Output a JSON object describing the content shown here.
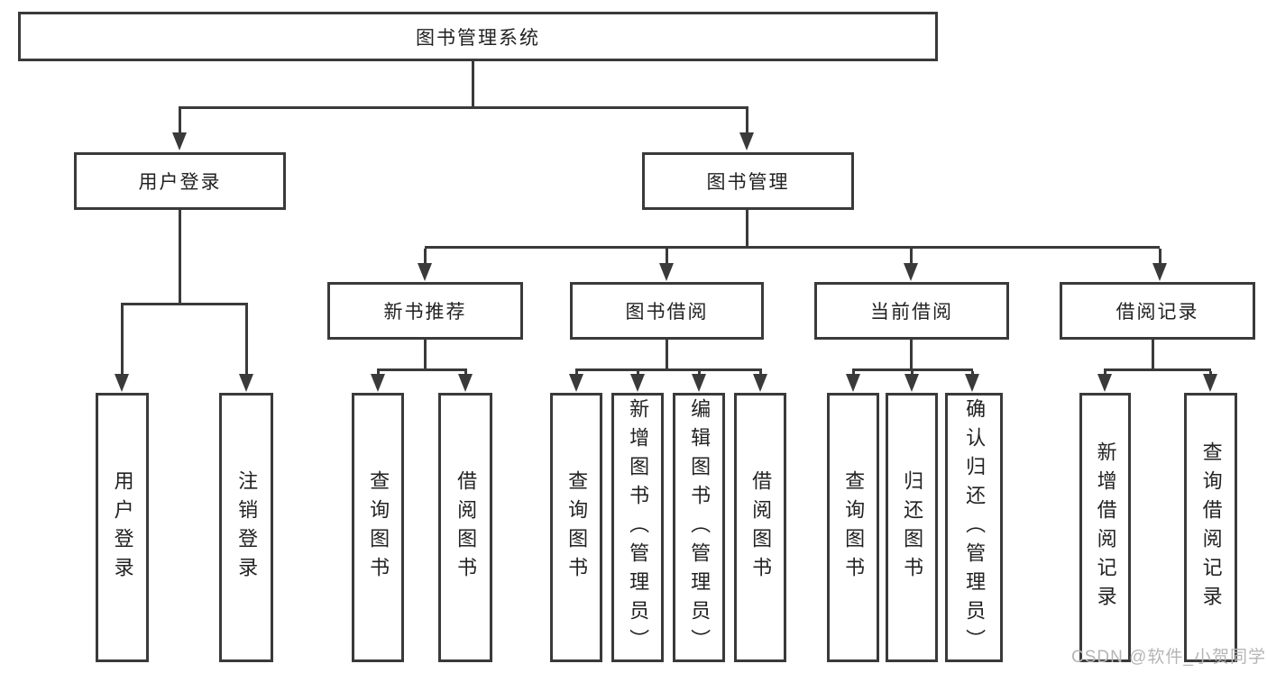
{
  "tree": {
    "label": "图书管理系统",
    "children": [
      {
        "label": "用户登录",
        "children": [
          {
            "label": "用户登录"
          },
          {
            "label": "注销登录"
          }
        ]
      },
      {
        "label": "图书管理",
        "children": [
          {
            "label": "新书推荐",
            "children": [
              {
                "label": "查询图书"
              },
              {
                "label": "借阅图书"
              }
            ]
          },
          {
            "label": "图书借阅",
            "children": [
              {
                "label": "查询图书"
              },
              {
                "label": "新增图书（管理员）"
              },
              {
                "label": "编辑图书（管理员）"
              },
              {
                "label": "借阅图书"
              }
            ]
          },
          {
            "label": "当前借阅",
            "children": [
              {
                "label": "查询图书"
              },
              {
                "label": "归还图书"
              },
              {
                "label": "确认归还（管理员）"
              }
            ]
          },
          {
            "label": "借阅记录",
            "children": [
              {
                "label": "新增借阅记录"
              },
              {
                "label": "查询借阅记录"
              }
            ]
          }
        ]
      }
    ]
  },
  "watermark": "CSDN @软件_小贺同学",
  "colors": {
    "line": "#3a3a3a",
    "text": "#222222",
    "background": "#ffffff",
    "watermark": "#b5b5b5"
  }
}
